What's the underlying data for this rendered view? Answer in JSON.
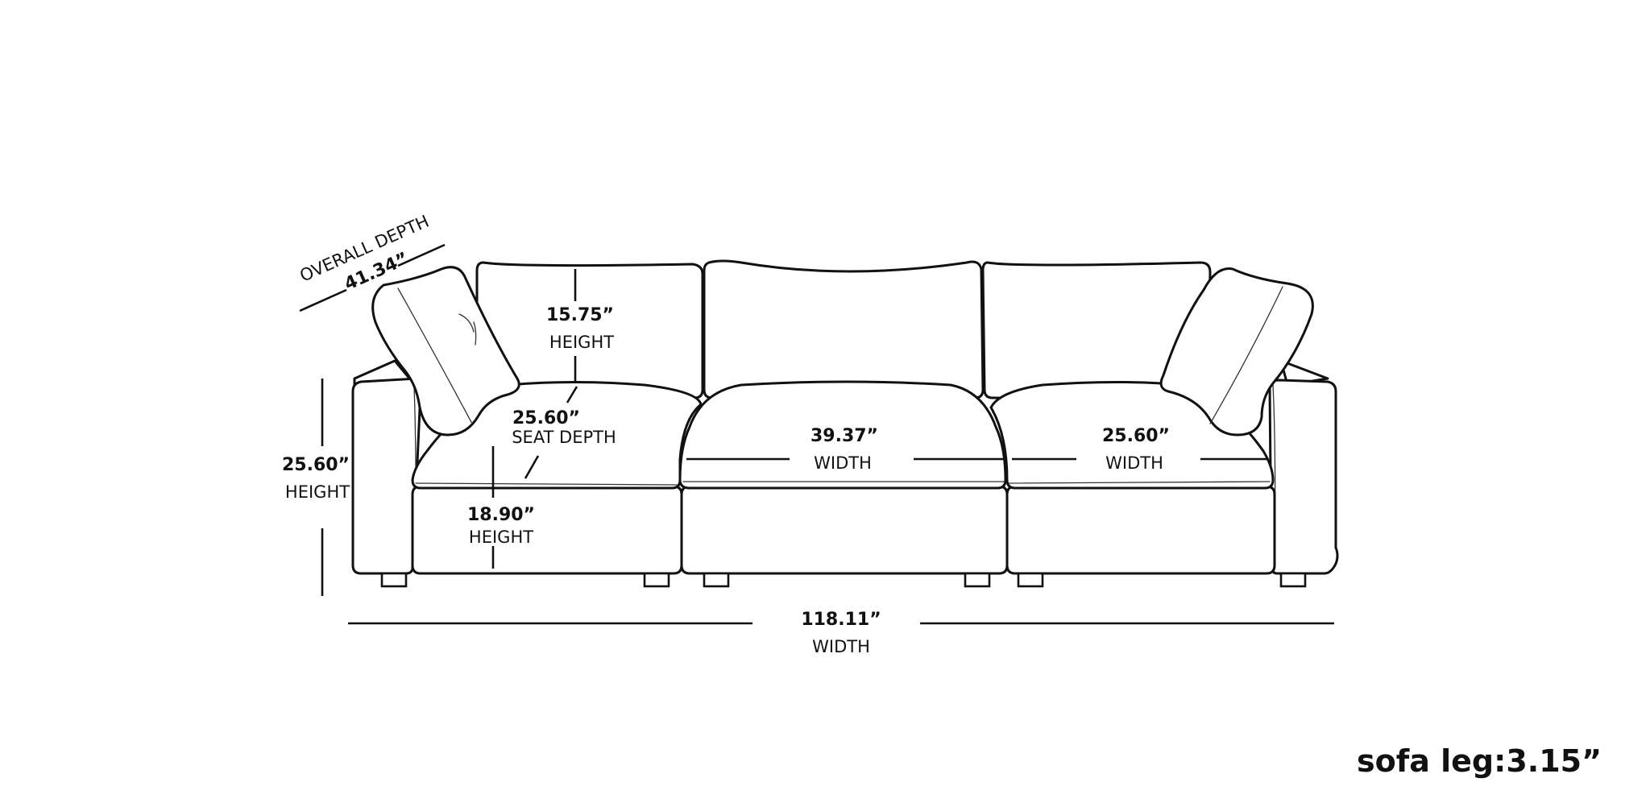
{
  "dimensions": {
    "overall_depth": {
      "label": "OVERALL DEPTH",
      "value": "41.34”"
    },
    "back_cushion_height": {
      "value": "15.75”",
      "label": "HEIGHT"
    },
    "seat_depth": {
      "value": "25.60”",
      "label": "SEAT DEPTH"
    },
    "overall_height": {
      "value": "25.60”",
      "label": "HEIGHT"
    },
    "seat_height": {
      "value": "18.90”",
      "label": "HEIGHT"
    },
    "middle_seat_width": {
      "value": "39.37”",
      "label": "WIDTH"
    },
    "side_seat_width": {
      "value": "25.60”",
      "label": "WIDTH"
    },
    "overall_width": {
      "value": "118.11”",
      "label": "WIDTH"
    }
  },
  "sofa_leg": {
    "text": "sofa leg:3.15”"
  },
  "colors": {
    "line": "#111111",
    "background": "#ffffff"
  }
}
